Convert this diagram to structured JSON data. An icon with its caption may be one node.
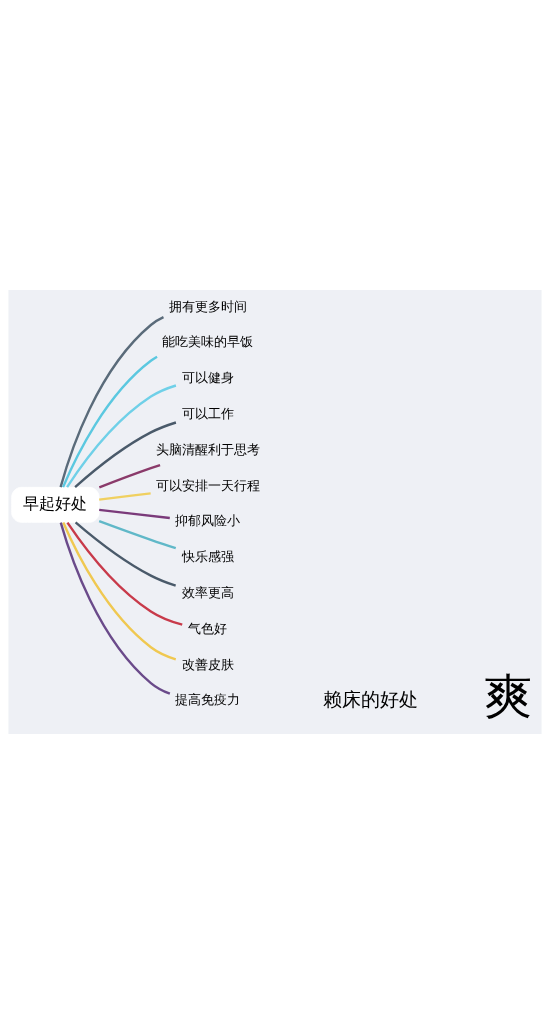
{
  "diagram": {
    "nodes": [
      {
        "text": [
          "早起好处"
        ]
      },
      {
        "text": [
          "拥有更多时间"
        ]
      },
      {
        "text": [
          "能吃美味的早饭"
        ]
      },
      {
        "text": [
          "可以健身"
        ]
      },
      {
        "text": [
          "可以工作"
        ]
      },
      {
        "text": [
          "头脑清醒利于思考"
        ]
      },
      {
        "text": [
          "可以安排一天行程"
        ]
      },
      {
        "text": [
          "抑郁风险小"
        ]
      },
      {
        "text": [
          "快乐感强"
        ]
      },
      {
        "text": [
          "效率更高"
        ]
      },
      {
        "text": [
          "气色好"
        ]
      },
      {
        "text": [
          "改善皮肤"
        ]
      },
      {
        "text": [
          "提高免疫力"
        ]
      }
    ],
    "edges": [
      {
        "from": 0,
        "to": 1,
        "arrow": "none",
        "color": "#5a6b7a"
      },
      {
        "from": 0,
        "to": 2,
        "arrow": "none",
        "color": "#5bc8e0"
      },
      {
        "from": 0,
        "to": 3,
        "arrow": "none",
        "color": "#6fd0e8"
      },
      {
        "from": 0,
        "to": 4,
        "arrow": "none",
        "color": "#4a5a6a"
      },
      {
        "from": 0,
        "to": 5,
        "arrow": "none",
        "color": "#8a3a6a"
      },
      {
        "from": 0,
        "to": 6,
        "arrow": "none",
        "color": "#f0d060"
      },
      {
        "from": 0,
        "to": 7,
        "arrow": "none",
        "color": "#7a3a7a"
      },
      {
        "from": 0,
        "to": 8,
        "arrow": "none",
        "color": "#60b8c8"
      },
      {
        "from": 0,
        "to": 9,
        "arrow": "none",
        "color": "#4a5a6a"
      },
      {
        "from": 0,
        "to": 10,
        "arrow": "none",
        "color": "#c83a4a"
      },
      {
        "from": 0,
        "to": 11,
        "arrow": "none",
        "color": "#f0c850"
      },
      {
        "from": 0,
        "to": 12,
        "arrow": "none",
        "color": "#6a4a8a"
      }
    ],
    "labels": [
      "赖床的好处",
      "爽"
    ]
  }
}
